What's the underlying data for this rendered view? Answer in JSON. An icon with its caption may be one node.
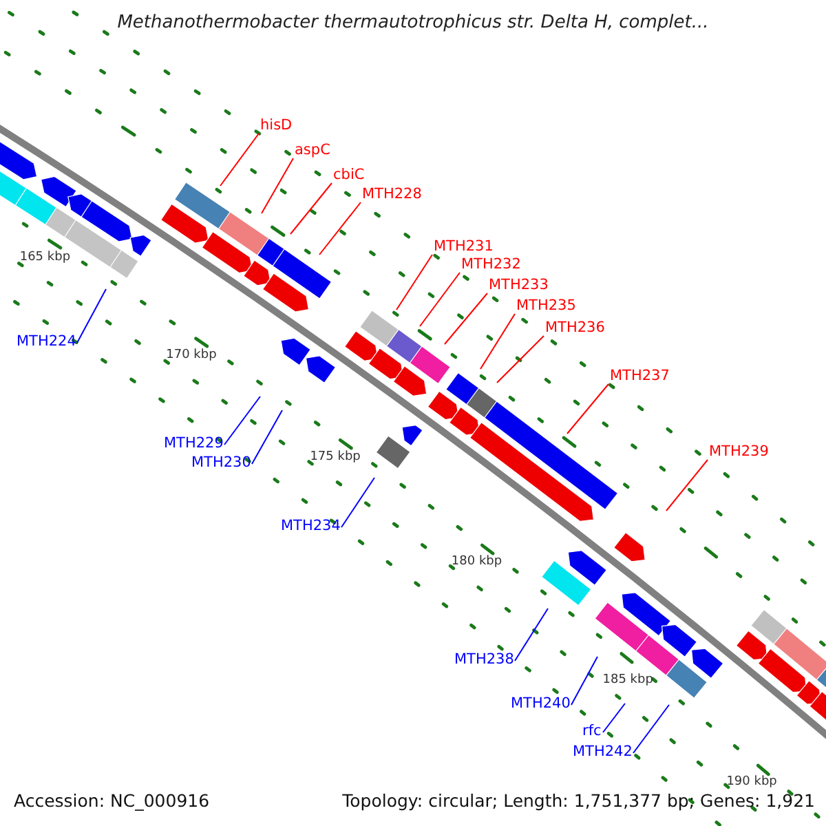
{
  "diagram": {
    "title": "Methanothermobacter thermautotrophicus str. Delta H, complet...",
    "nodes": [
      {
        "text": [
          "hisD"
        ]
      },
      {
        "text": [
          "aspC"
        ]
      },
      {
        "text": [
          "cbiC"
        ]
      },
      {
        "text": [
          "MTH228"
        ]
      },
      {
        "text": [
          "MTH231"
        ]
      },
      {
        "text": [
          "MTH232"
        ]
      },
      {
        "text": [
          "MTH233"
        ]
      },
      {
        "text": [
          "MTH235"
        ]
      },
      {
        "text": [
          "MTH236"
        ]
      },
      {
        "text": [
          "MTH237"
        ]
      },
      {
        "text": [
          "MTH239"
        ]
      },
      {
        "text": [
          "MTH224"
        ]
      },
      {
        "text": [
          "MTH229"
        ]
      },
      {
        "text": [
          "MTH230"
        ]
      },
      {
        "text": [
          "MTH234"
        ]
      },
      {
        "text": [
          "MTH238"
        ]
      },
      {
        "text": [
          "MTH240"
        ]
      },
      {
        "text": [
          "rfc"
        ]
      },
      {
        "text": [
          "MTH242"
        ]
      }
    ],
    "edges": [
      {
        "from": 0,
        "to": null,
        "arrow": "none"
      },
      {
        "from": 1,
        "to": null,
        "arrow": "none"
      },
      {
        "from": 2,
        "to": null,
        "arrow": "none"
      },
      {
        "from": 3,
        "to": null,
        "arrow": "none"
      },
      {
        "from": 4,
        "to": null,
        "arrow": "none"
      },
      {
        "from": 5,
        "to": null,
        "arrow": "none"
      },
      {
        "from": 6,
        "to": null,
        "arrow": "none"
      },
      {
        "from": 7,
        "to": null,
        "arrow": "none"
      },
      {
        "from": 8,
        "to": null,
        "arrow": "none"
      },
      {
        "from": 9,
        "to": null,
        "arrow": "none"
      },
      {
        "from": 10,
        "to": null,
        "arrow": "none"
      },
      {
        "from": 11,
        "to": null,
        "arrow": "none",
        "color": "#0000ff"
      },
      {
        "from": 12,
        "to": null,
        "arrow": "none",
        "color": "#0000ff"
      },
      {
        "from": 13,
        "to": null,
        "arrow": "none",
        "color": "#0000ff"
      },
      {
        "from": 14,
        "to": null,
        "arrow": "none",
        "color": "#0000ff"
      },
      {
        "from": 15,
        "to": null,
        "arrow": "none",
        "color": "#0000ff"
      },
      {
        "from": 16,
        "to": null,
        "arrow": "none",
        "color": "#0000ff"
      },
      {
        "from": 17,
        "to": null,
        "arrow": "none",
        "color": "#0000ff"
      },
      {
        "from": 18,
        "to": null,
        "arrow": "none",
        "color": "#0000ff"
      }
    ],
    "labels": [
      "165 kbp",
      "170 kbp",
      "175 kbp",
      "180 kbp",
      "185 kbp",
      "190 kbp",
      "Accession: NC_000916",
      "Topology: circular; Length: 1,751,377 bp; Genes: 1,921"
    ]
  }
}
